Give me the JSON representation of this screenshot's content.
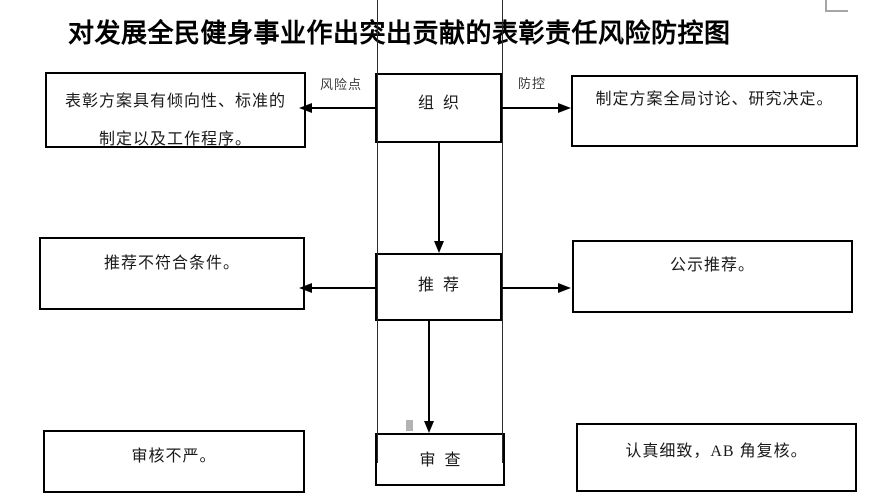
{
  "title": "对发展全民健身事业作出突出贡献的表彰责任风险防控图",
  "swimlane": {
    "risk_label": "风险点",
    "control_label": "防控"
  },
  "stages": [
    {
      "label": "组织"
    },
    {
      "label": "推荐"
    },
    {
      "label": "审查"
    }
  ],
  "risks": [
    {
      "text": "表彰方案具有倾向性、标准的制定以及工作程序。"
    },
    {
      "text": "推荐不符合条件。"
    },
    {
      "text": "审核不严。"
    }
  ],
  "controls": [
    {
      "text": "制定方案全局讨论、研究决定。"
    },
    {
      "text": "公示推荐。"
    },
    {
      "text": "认真细致，AB 角复核。"
    }
  ],
  "colors": {
    "line": "#000000",
    "lane_line": "#2b2b2b",
    "label_text": "#3a3a3a",
    "corner_mark": "#a6a6a6",
    "artifact": "#b3b3b3",
    "background": "#ffffff"
  }
}
